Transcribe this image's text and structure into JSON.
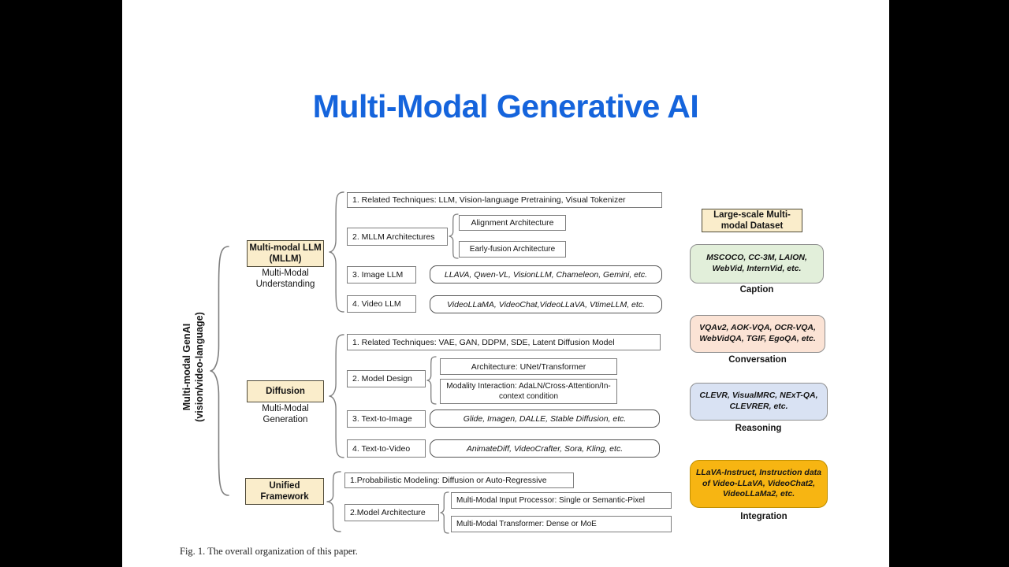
{
  "title": "Multi-Modal Generative AI",
  "caption": "Fig. 1.  The overall organization of this paper.",
  "colors": {
    "title_blue": "#1564DC",
    "branch_fill": "#FAEDCB",
    "caption_fill": "#E2EFDA",
    "conversation_fill": "#FBE3D5",
    "reasoning_fill": "#D9E2F3",
    "integration_fill": "#F7B512",
    "integration_border": "#BF8F00"
  },
  "root": {
    "line1": "Multi-modal GenAI",
    "line2": "(vision/video-language)"
  },
  "mllm": {
    "box": "Multi-modal LLM (MLLM)",
    "subtitle": "Multi-Modal Understanding",
    "row1": "1. Related Techniques: LLM, Vision-language Pretraining, Visual Tokenizer",
    "row2_label": "2. MLLM Architectures",
    "row2_sub1": "Alignment Architecture",
    "row2_sub2": "Early-fusion Architecture",
    "row3_label": "3. Image LLM",
    "row3_value": "LLAVA, Qwen-VL, VisionLLM, Chameleon, Gemini, etc.",
    "row4_label": "4. Video LLM",
    "row4_value": "VideoLLaMA, VideoChat,VideoLLaVA, VtimeLLM, etc."
  },
  "diffusion": {
    "box": "Diffusion",
    "subtitle": "Multi-Modal Generation",
    "row1": "1. Related Techniques: VAE, GAN, DDPM, SDE, Latent Diffusion Model",
    "row2_label": "2. Model Design",
    "row2_sub1": "Architecture: UNet/Transformer",
    "row2_sub2": "Modality Interaction: AdaLN/Cross-Attention/In-context condition",
    "row3_label": "3. Text-to-Image",
    "row3_value": "Glide, Imagen, DALLE, Stable Diffusion, etc.",
    "row4_label": "4. Text-to-Video",
    "row4_value": "AnimateDiff, VideoCrafter, Sora, Kling, etc."
  },
  "unified": {
    "box": "Unified Framework",
    "row1": "1.Probabilistic Modeling: Diffusion or Auto-Regressive",
    "row2_label": "2.Model Architecture",
    "row2_sub1": "Multi-Modal Input Processor: Single or Semantic-Pixel",
    "row2_sub2": "Multi-Modal Transformer: Dense or MoE"
  },
  "datasets": {
    "header": "Large-scale Multi-modal Dataset",
    "groups": [
      {
        "items": "MSCOCO, CC-3M, LAION, WebVid, InternVid, etc.",
        "label": "Caption",
        "fill": "#E2EFDA"
      },
      {
        "items": "VQAv2, AOK-VQA, OCR-VQA, WebVidQA, TGIF, EgoQA, etc.",
        "label": "Conversation",
        "fill": "#FBE3D5"
      },
      {
        "items": "CLEVR, VisualMRC, NExT-QA, CLEVRER, etc.",
        "label": "Reasoning",
        "fill": "#D9E2F3"
      },
      {
        "items": "LLaVA-Instruct, Instruction data of Video-LLaVA, VideoChat2, VideoLLaMa2, etc.",
        "label": "Integration",
        "fill": "#F7B512"
      }
    ]
  }
}
